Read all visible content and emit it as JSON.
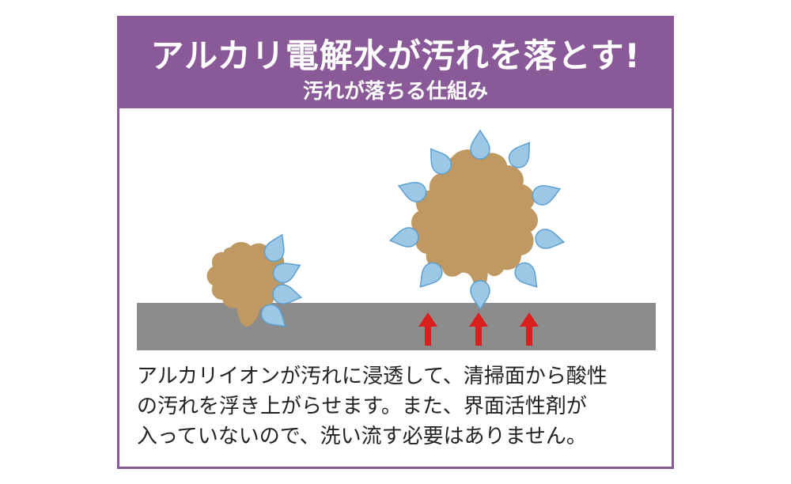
{
  "header": {
    "title": "アルカリ電解水が汚れを落とす!",
    "subtitle": "汚れが落ちる仕組み"
  },
  "caption": {
    "line1": "アルカリイオンが汚れに浸透して、清掃面から酸性",
    "line2": "の汚れを浮き上がらせます。また、界面活性剤が",
    "line3": "入っていないので、洗い流す必要はありません。"
  },
  "colors": {
    "frame": "#8a5a98",
    "dirt": "#c09862",
    "droplet": "#9cc8e6",
    "droplet_outline": "#5aa0d0",
    "surface": "#8c8c8c",
    "arrow": "#d9201e"
  },
  "icons": {
    "small_dirt": "dirt-blob-icon",
    "large_dirt": "dirt-blob-icon",
    "droplets": "water-drop-icon",
    "arrows": "up-arrow-icon"
  }
}
